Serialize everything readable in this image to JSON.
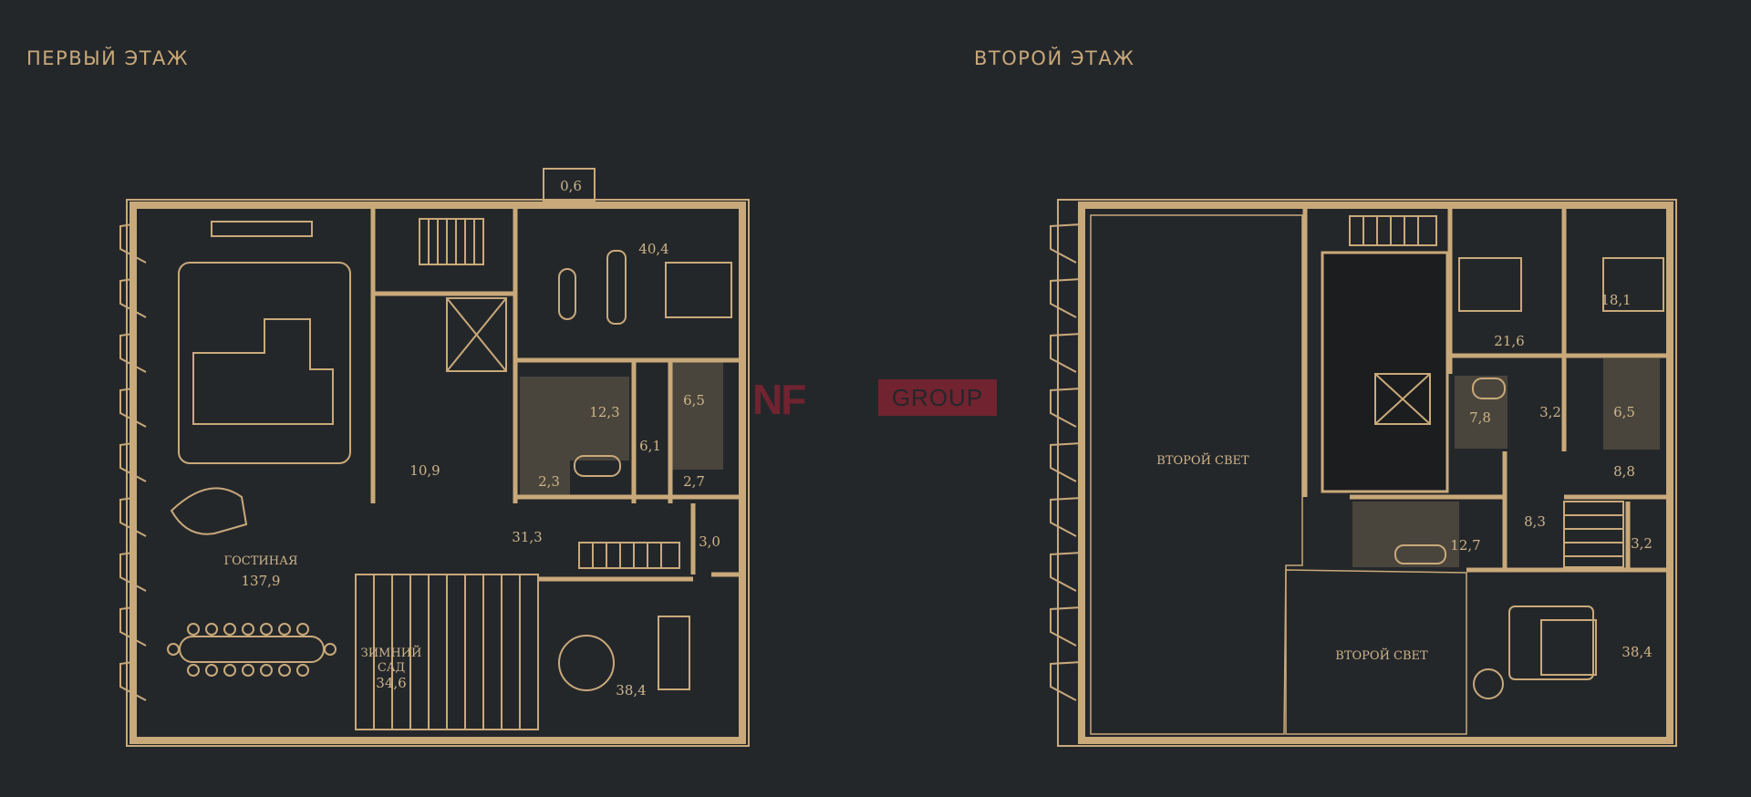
{
  "floors": [
    {
      "title": "ПЕРВЫЙ ЭТАЖ"
    },
    {
      "title": "ВТОРОЙ ЭТАЖ"
    }
  ],
  "watermark": {
    "mark": "NF",
    "text": "GROUP"
  },
  "rooms_floor1": {
    "balcony": "0,6",
    "master_bedroom": "40,4",
    "corridor": "10,9",
    "bath_a": "12,3",
    "storage_a": "6,1",
    "bath_b": "6,5",
    "wc_a": "2,3",
    "wc_b": "2,7",
    "hall": "31,3",
    "laundry": "3,0",
    "living_name": "ГОСТИНАЯ",
    "living_area": "137,9",
    "garden_name_1": "ЗИМНИЙ",
    "garden_name_2": "САД",
    "garden_area": "34,6",
    "kitchen": "38,4"
  },
  "rooms_floor2": {
    "void_big": "ВТОРОЙ СВЕТ",
    "void_small": "ВТОРОЙ СВЕТ",
    "bedroom_a": "21,6",
    "bedroom_b": "18,1",
    "bath_c": "7,8",
    "closet_a": "3,2",
    "bath_d": "6,5",
    "closet_b": "8,8",
    "hall_2": "8,3",
    "closet_c": "3,2",
    "bath_e": "12,7",
    "bedroom_c": "38,4"
  },
  "colors": {
    "background": "#24272a",
    "wall": "#c9a97a",
    "wet_zone": "#49453c",
    "watermark": "#8b2232"
  }
}
